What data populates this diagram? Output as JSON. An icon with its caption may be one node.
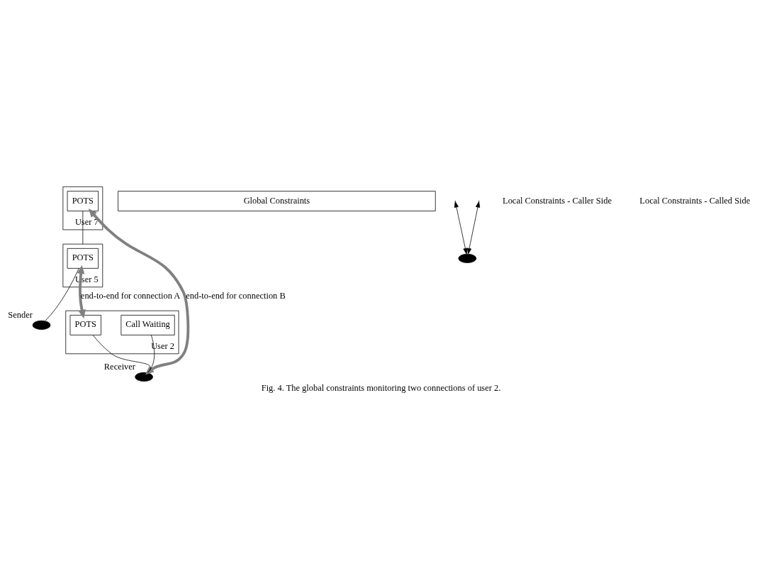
{
  "diagram": {
    "caption": "Fig. 4. The global constraints monitoring two connections of user 2.",
    "nodes": [
      {
        "text": [
          "User 7"
        ]
      },
      {
        "text": [
          "POTS"
        ],
        "in": 0
      },
      {
        "text": [
          "User 5"
        ]
      },
      {
        "text": [
          "POTS"
        ],
        "in": 2
      },
      {
        "text": [],
        "shape": "ellipse",
        "beside": [
          "Sender"
        ]
      },
      {
        "text": [
          "User 2"
        ]
      },
      {
        "text": [
          "POTS"
        ],
        "in": 5
      },
      {
        "text": [
          "Call Waiting"
        ],
        "in": 5
      },
      {
        "text": [],
        "shape": "ellipse",
        "beside": [
          "Receiver"
        ]
      },
      {
        "text": [
          "Global Constraints"
        ]
      },
      {
        "text": [],
        "shape": "ellipse"
      }
    ],
    "edges": [
      {
        "from": 1,
        "to": 2,
        "arrow": "none"
      },
      {
        "from": 3,
        "to": 4,
        "arrow": "none"
      },
      {
        "from": 6,
        "to": 8,
        "arrow": "none"
      },
      {
        "from": 7,
        "to": 8,
        "arrow": "none"
      },
      {
        "from": 3,
        "to": 6,
        "arrow": "both",
        "label": "end-to-end for connection A",
        "style": "thick",
        "color": "#808080"
      },
      {
        "from": 1,
        "to": 8,
        "arrow": "both",
        "label": "end-to-end for connection B",
        "style": "thick",
        "color": "#808080"
      },
      {
        "from": null,
        "to": 10,
        "arrow": "both"
      },
      {
        "from": null,
        "to": 10,
        "arrow": "both"
      }
    ],
    "labels": [
      "Local Constraints - Caller Side",
      "Local Constraints - Called Side"
    ]
  }
}
